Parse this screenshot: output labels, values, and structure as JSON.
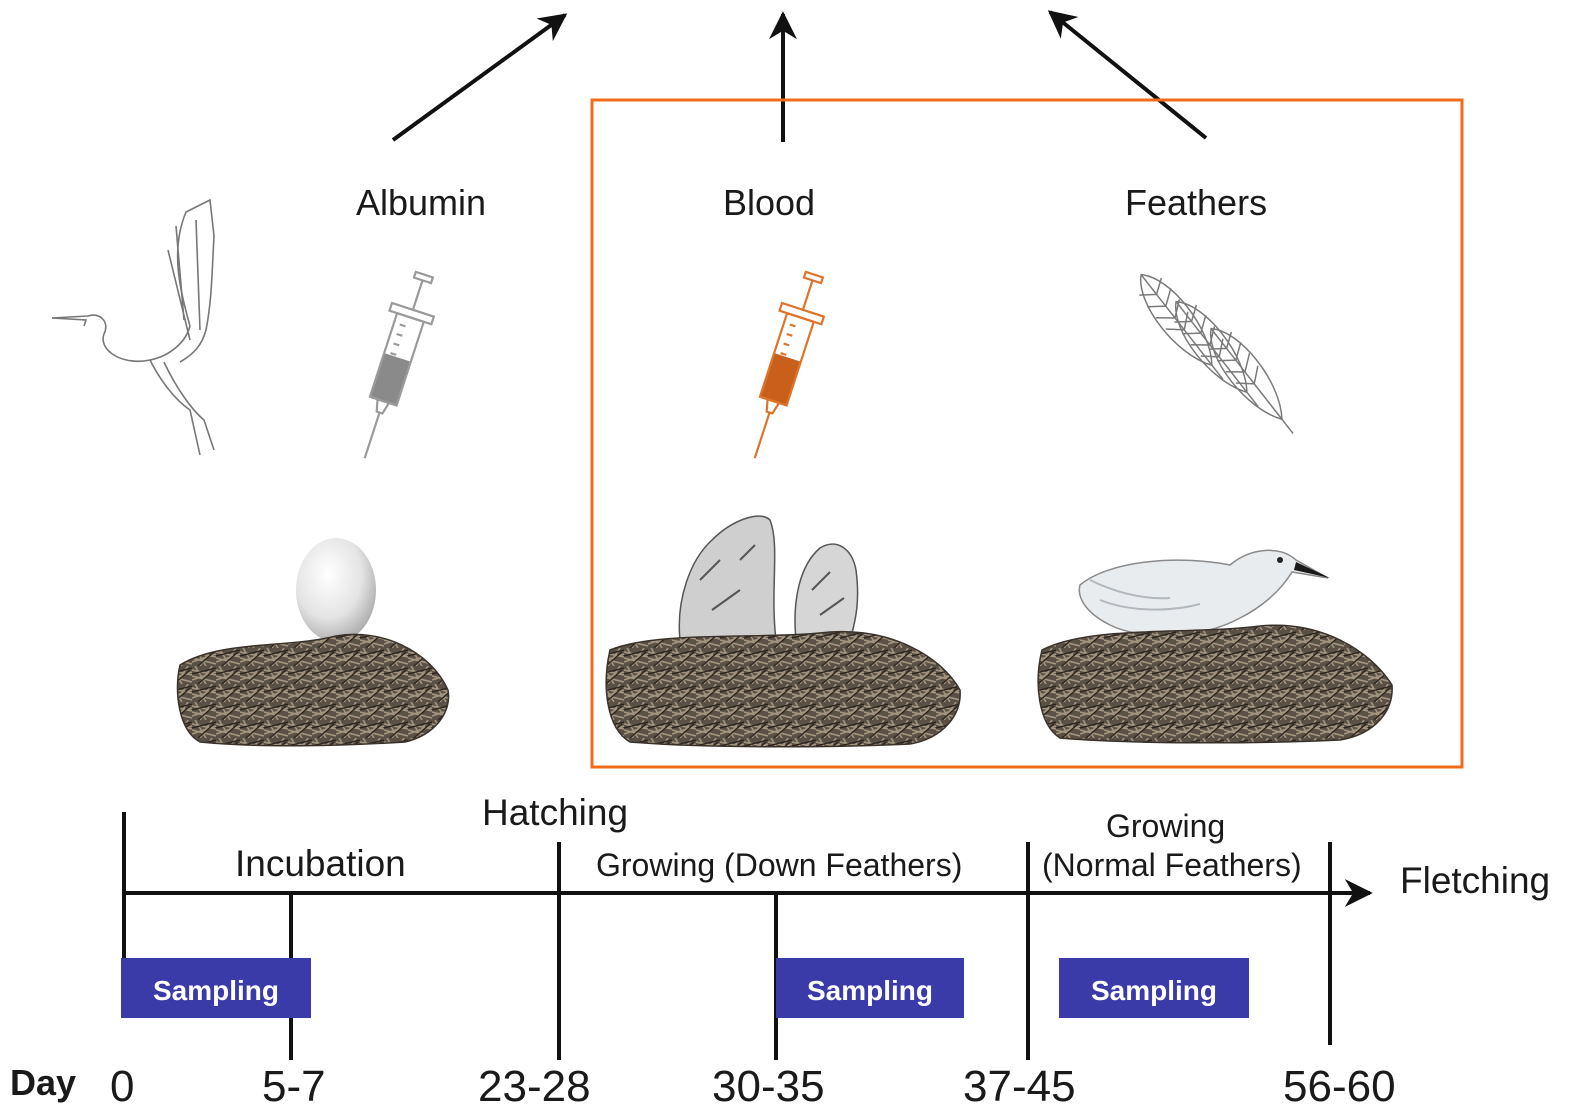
{
  "colors": {
    "highlight": "#f26b1d",
    "sampling_fill": "#3a3aa8",
    "line": "#111111",
    "gray_syringe": "#8a8a8a"
  },
  "samples": {
    "albumin": "Albumin",
    "blood": "Blood",
    "feathers": "Feathers"
  },
  "timeline": {
    "events": {
      "hatching": "Hatching",
      "fletching": "Fletching"
    },
    "phases": {
      "incubation": "Incubation",
      "growing_down": "Growing (Down Feathers)",
      "growing_normal_1": "Growing",
      "growing_normal_2": "(Normal Feathers)"
    },
    "sampling_label": "Sampling",
    "day_label": "Day",
    "days": [
      "0",
      "5-7",
      "23-28",
      "30-35",
      "37-45",
      "56-60"
    ]
  },
  "icons": [
    "heron-sketch-icon",
    "syringe-icon",
    "feathers-icon",
    "egg-in-nest-icon",
    "chicks-in-nest-icon",
    "juvenile-in-nest-icon"
  ]
}
